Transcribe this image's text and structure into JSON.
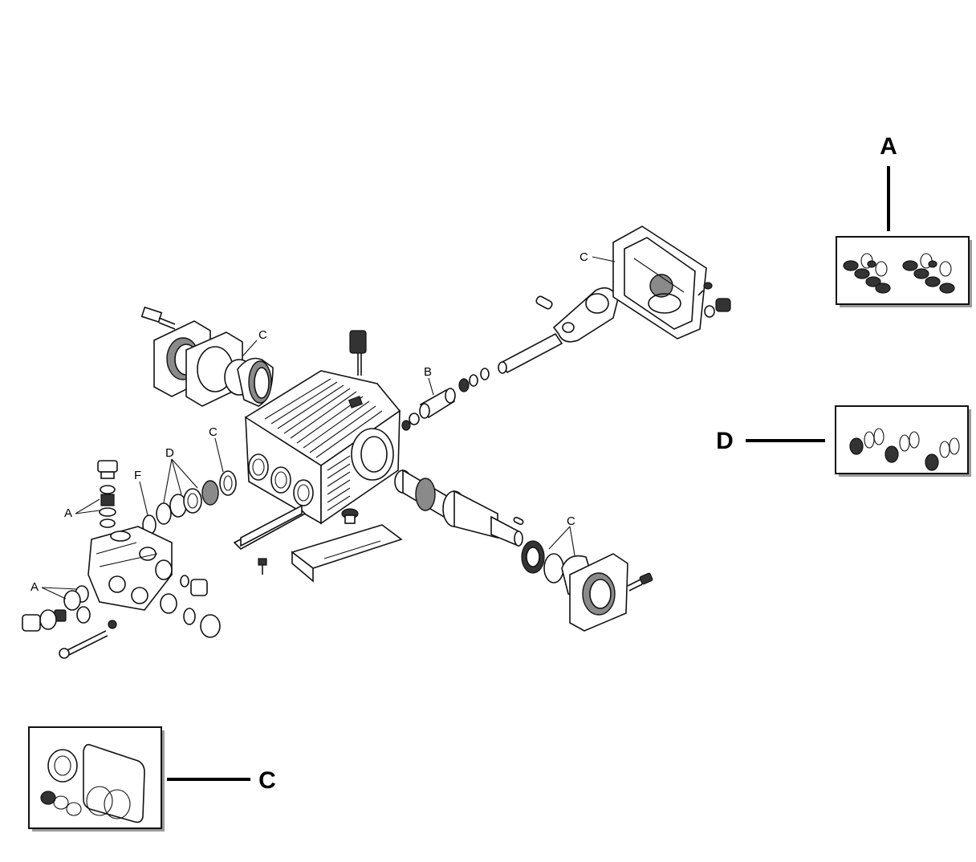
{
  "diagram": {
    "callouts": {
      "kit_a": "A",
      "kit_c": "C",
      "kit_d": "D"
    },
    "part_labels": {
      "a_upper": "A",
      "a_lower": "A",
      "b": "B",
      "c_left_flange": "C",
      "c_crankcase": "C",
      "c_cover": "C",
      "c_bearing": "C",
      "d": "D",
      "f": "F"
    }
  }
}
